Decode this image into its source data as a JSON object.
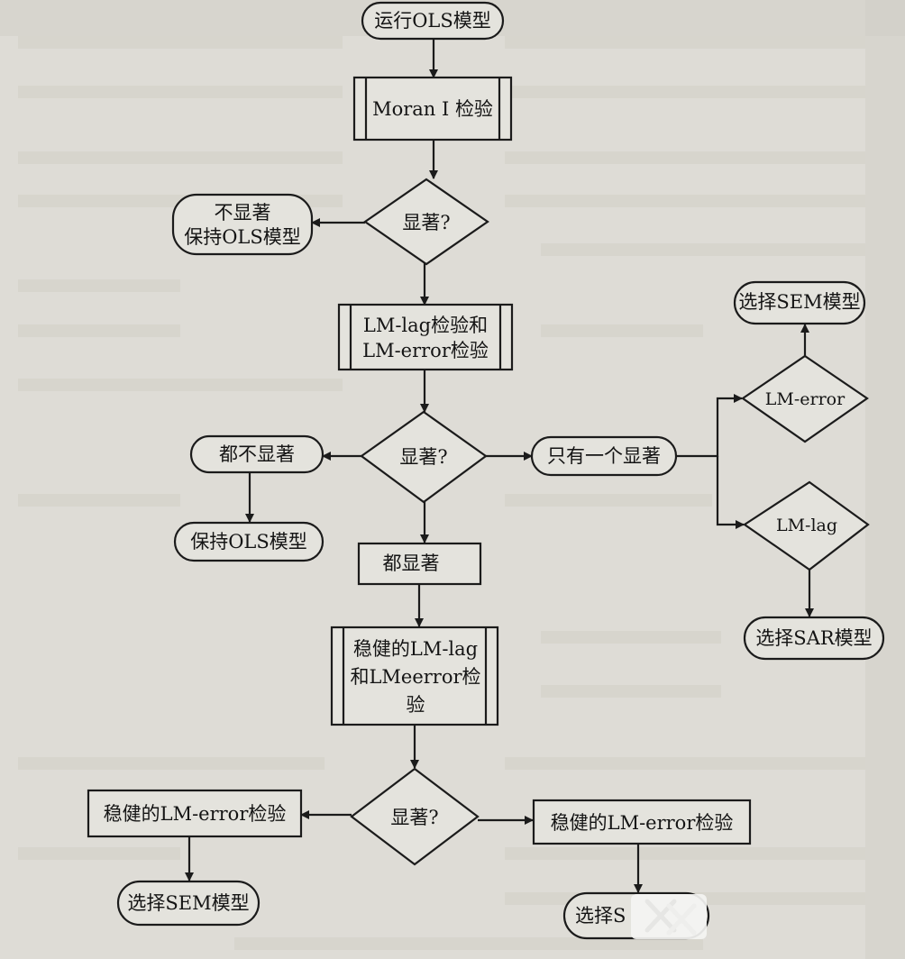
{
  "nodes": {
    "start": "运行OLS模型",
    "moran": "Moran I 检验",
    "sig1": "显著?",
    "not_sig_line1": "不显著",
    "not_sig_line2": "保持OLS模型",
    "lm_test_line1": "LM-lag检验和",
    "lm_test_line2": "LM-error检验",
    "sig2": "显著?",
    "none_sig": "都不显著",
    "keep_ols": "保持OLS模型",
    "only_one": "只有一个显著",
    "lm_error": "LM-error",
    "lm_lag": "LM-lag",
    "choose_sem_top": "选择SEM模型",
    "choose_sar_right": "选择SAR模型",
    "all_sig": "都显著",
    "robust_line1": "稳健的LM-lag",
    "robust_line2": "和LMeerror检",
    "robust_line3": "验",
    "sig3": "显著?",
    "robust_error_left": "稳健的LM-error检验",
    "robust_error_right": "稳健的LM-error检验",
    "choose_sem_bottom": "选择SEM模型",
    "choose_bottom_right": "选择S"
  },
  "colors": {
    "paper": "#dedcd6",
    "ink": "#1b1b1b",
    "box_fill": "#e4e3dd",
    "faint_text": "#b9b6ae"
  }
}
